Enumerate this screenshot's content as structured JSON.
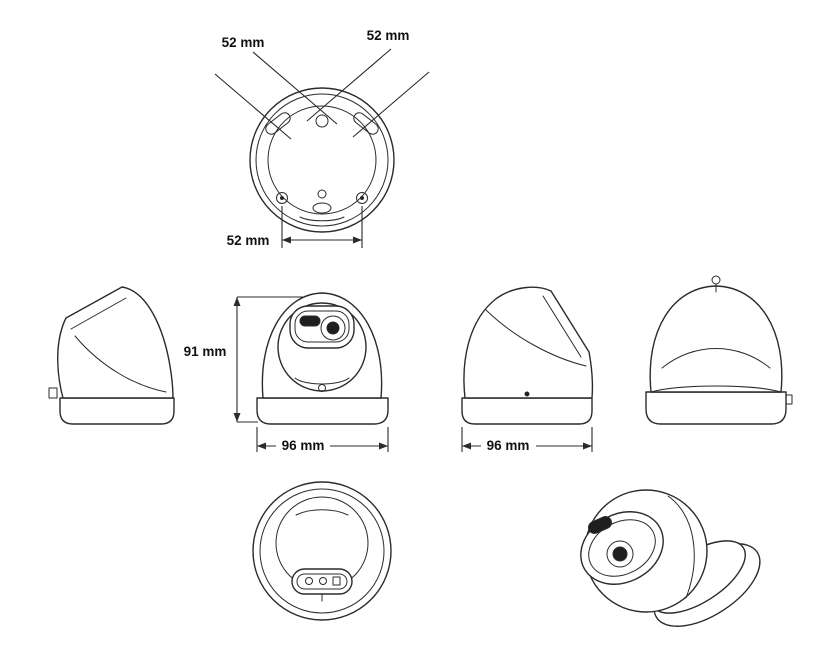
{
  "colors": {
    "line": "#2b2b2b",
    "text": "#111111",
    "background": "#ffffff",
    "dark_fill": "#1f1f1f"
  },
  "dimensions": {
    "mount_top_left": "52 mm",
    "mount_top_right": "52 mm",
    "mount_bottom": "52 mm",
    "camera_height": "91 mm",
    "camera_width_front": "96 mm",
    "camera_width_side": "96 mm"
  }
}
